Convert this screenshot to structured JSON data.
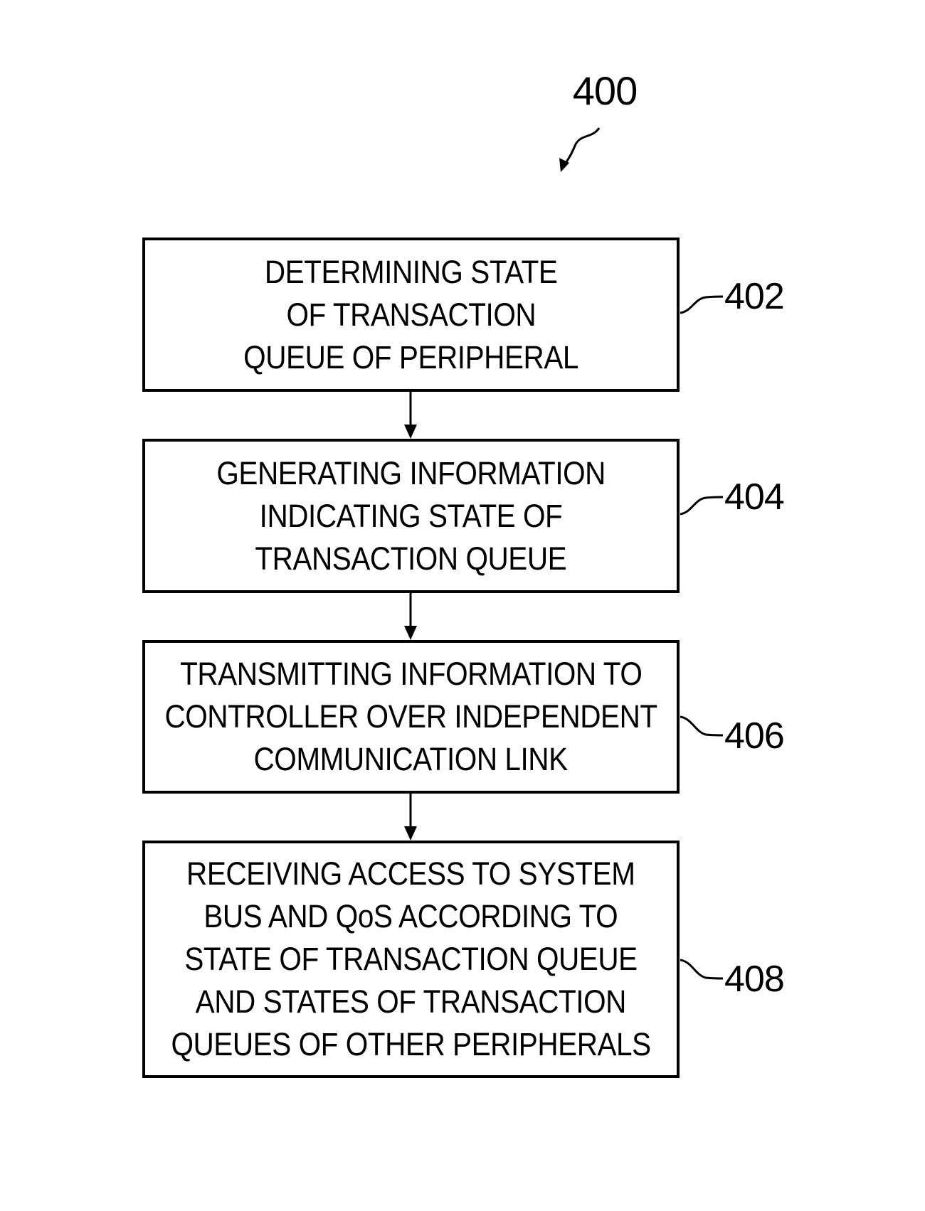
{
  "figure_number": "400",
  "steps": [
    {
      "ref": "402",
      "lines": [
        "DETERMINING STATE",
        "OF TRANSACTION",
        "QUEUE OF PERIPHERAL"
      ]
    },
    {
      "ref": "404",
      "lines": [
        "GENERATING INFORMATION",
        "INDICATING STATE OF",
        "TRANSACTION QUEUE"
      ]
    },
    {
      "ref": "406",
      "lines": [
        "TRANSMITTING INFORMATION TO",
        "CONTROLLER OVER INDEPENDENT",
        "COMMUNICATION LINK"
      ]
    },
    {
      "ref": "408",
      "lines": [
        "RECEIVING ACCESS TO SYSTEM",
        "BUS AND QoS ACCORDING TO",
        "STATE OF TRANSACTION QUEUE",
        "AND STATES OF TRANSACTION",
        "QUEUES OF OTHER PERIPHERALS"
      ]
    }
  ]
}
